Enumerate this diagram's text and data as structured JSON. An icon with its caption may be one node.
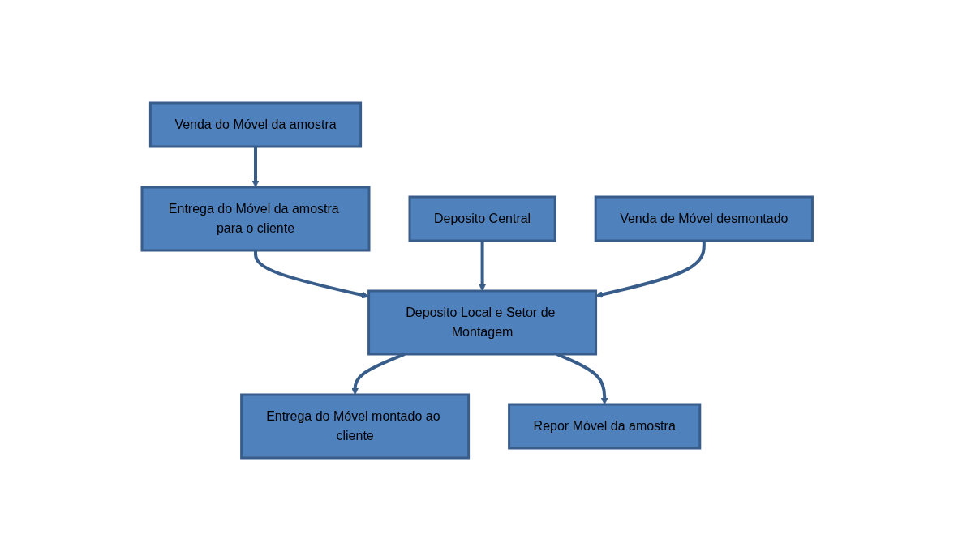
{
  "diagram": {
    "nodes": [
      {
        "text": [
          "Venda do Móvel da amostra"
        ]
      },
      {
        "text": [
          "Deposito Central"
        ]
      },
      {
        "text": [
          "Venda de Móvel desmontado"
        ]
      },
      {
        "text": [
          "Entrega do Móvel da amostra para o cliente"
        ]
      },
      {
        "text": [
          "Deposito Local e Setor de Montagem"
        ]
      },
      {
        "text": [
          "Entrega do Móvel montado ao cliente"
        ]
      },
      {
        "text": [
          "Repor Móvel da amostra"
        ]
      }
    ],
    "edges": [
      {
        "from": 0,
        "to": 3,
        "arrow": "to"
      },
      {
        "from": 3,
        "to": 4,
        "arrow": "to"
      },
      {
        "from": 1,
        "to": 4,
        "arrow": "to"
      },
      {
        "from": 2,
        "to": 4,
        "arrow": "to"
      },
      {
        "from": 4,
        "to": 5,
        "arrow": "to"
      },
      {
        "from": 4,
        "to": 6,
        "arrow": "to"
      }
    ]
  }
}
